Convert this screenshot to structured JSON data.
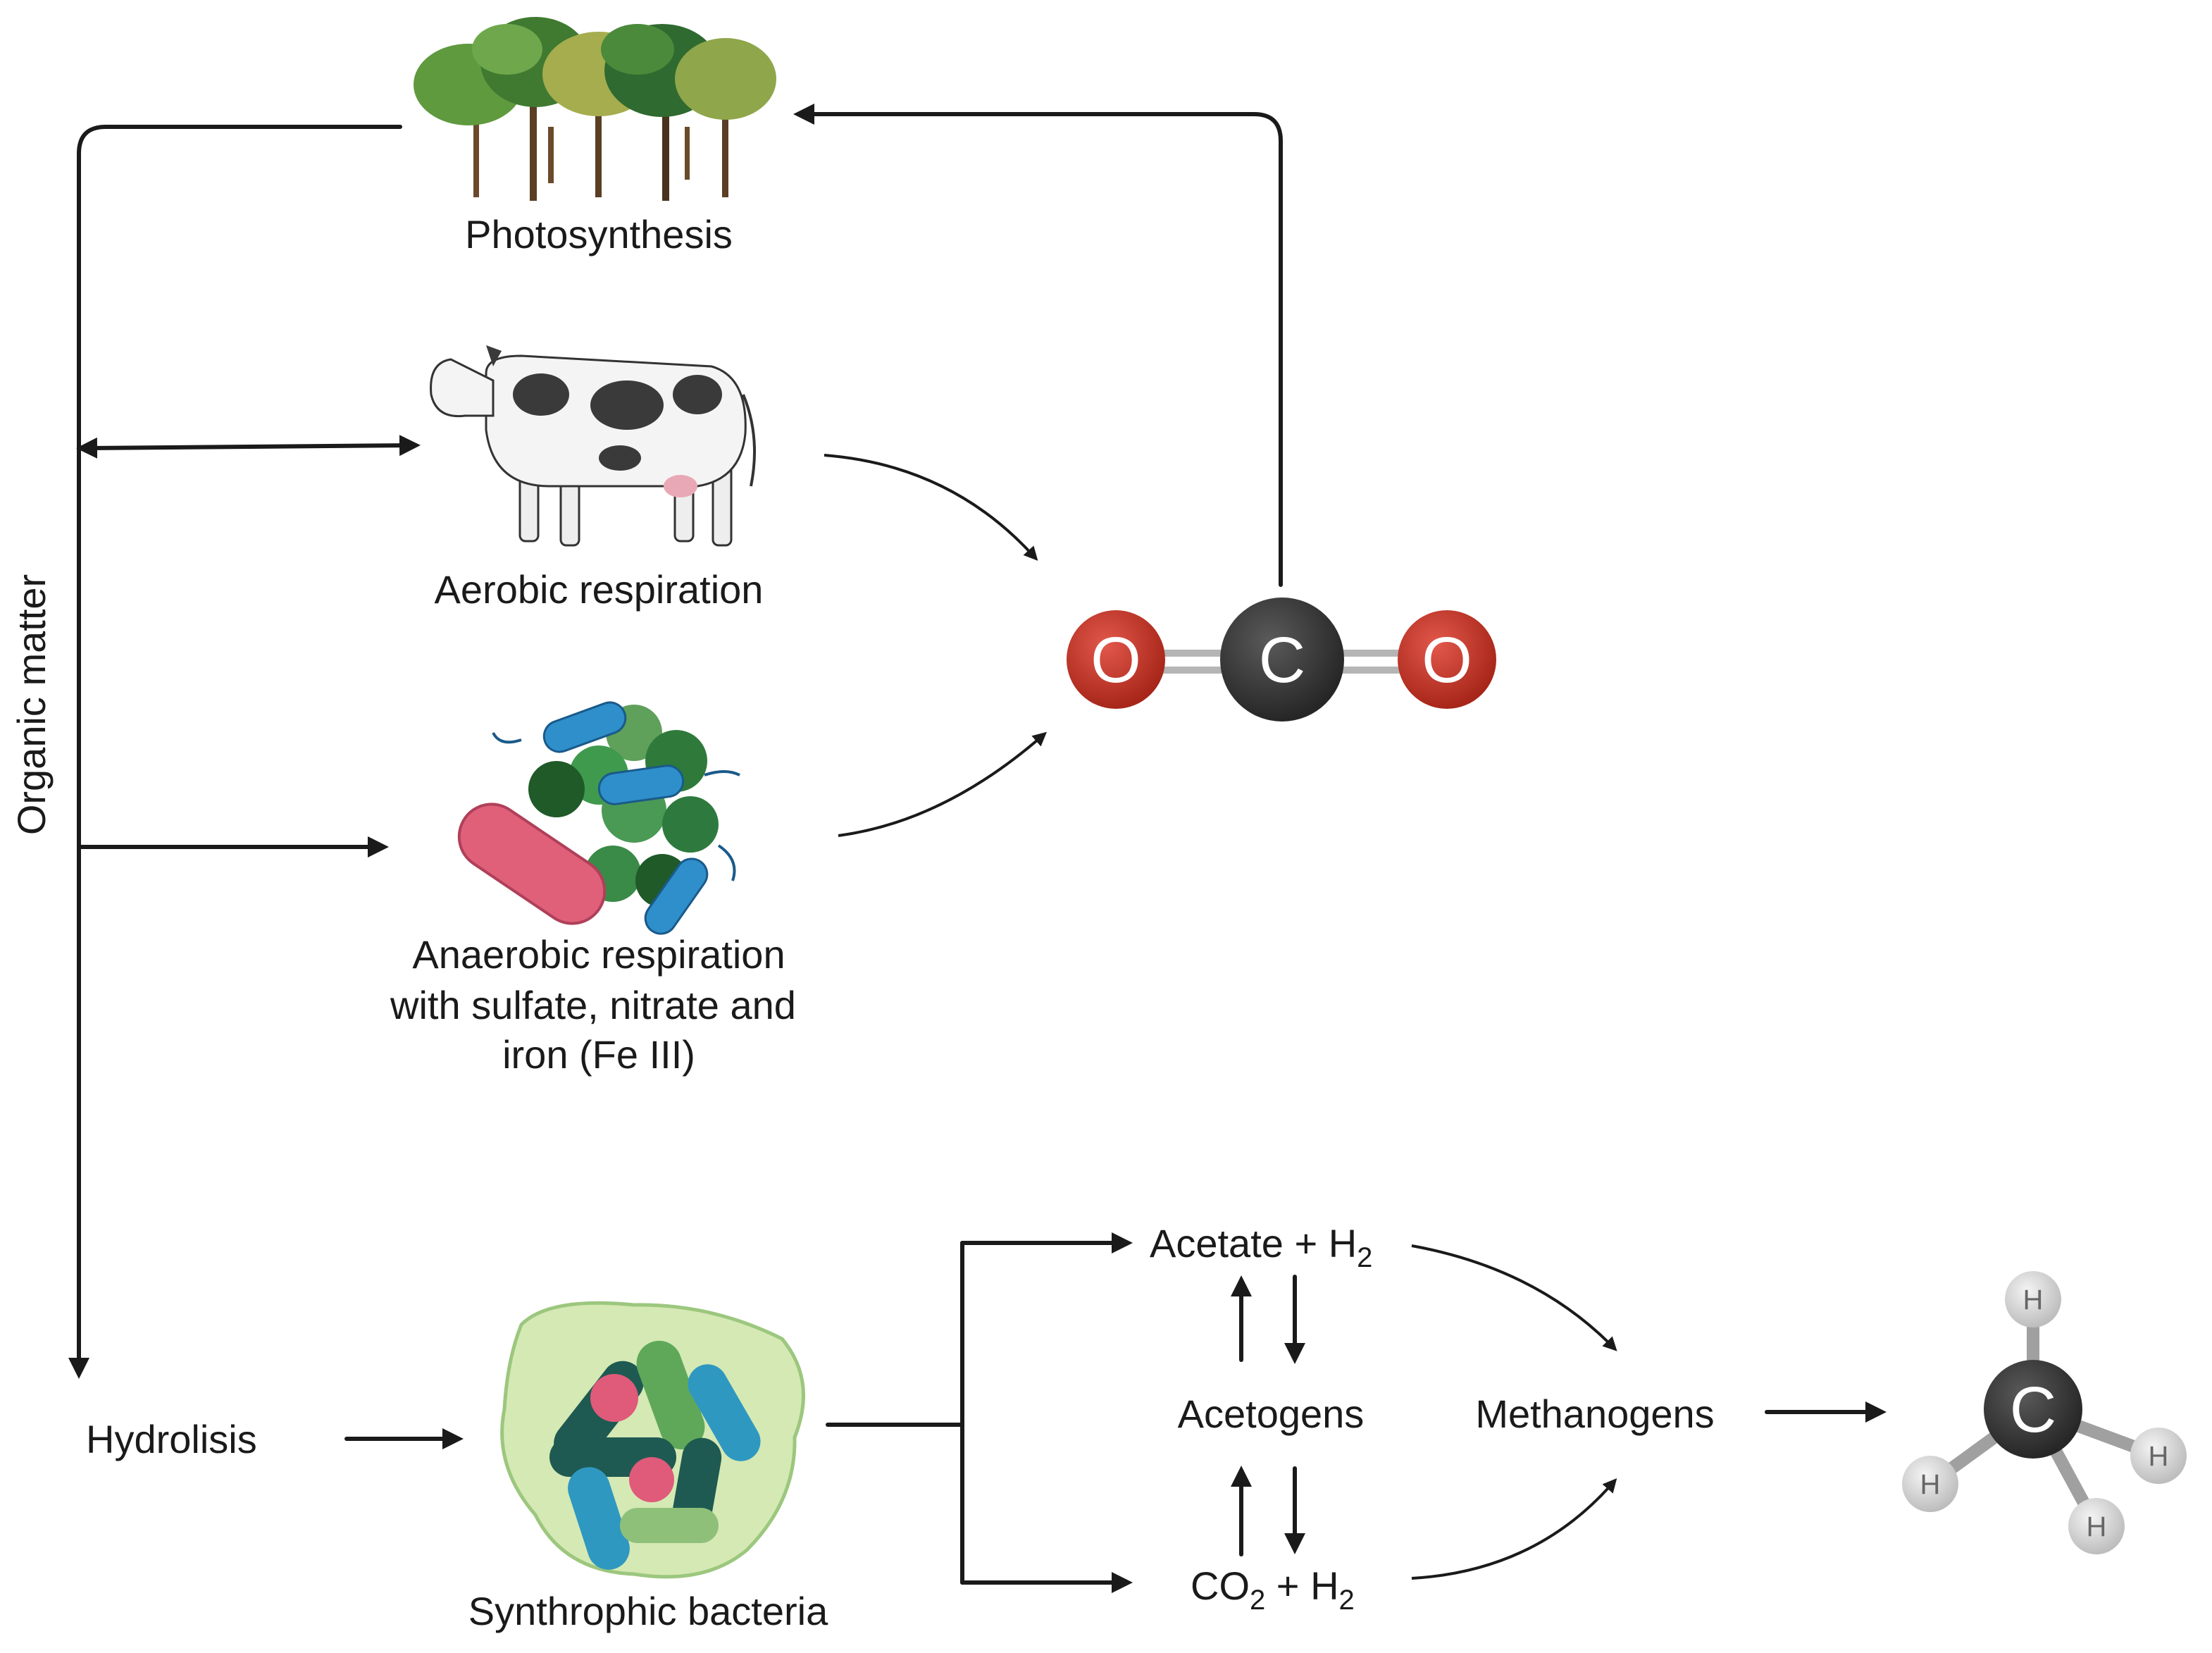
{
  "labels": {
    "photosynthesis": "Photosynthesis",
    "aerobic": "Aerobic  respiration",
    "anaerobic_1": "Anaerobic  respiration",
    "anaerobic_2": "with sulfate, nitrate and",
    "anaerobic_3": "iron (Fe III)",
    "organic_matter": "Organic matter",
    "hydrolisis": "Hydrolisis",
    "synthrophic": "Synthrophic bacteria",
    "acetate": "Acetate + H",
    "acetate_sub": "2",
    "acetogens": "Acetogens",
    "methanogens": "Methanogens",
    "co2_a": "CO",
    "co2_sub1": "2",
    "co2_b": " + H",
    "co2_sub2": "2"
  },
  "molecules": {
    "co2": {
      "left": "O",
      "center": "C",
      "right": "O"
    },
    "ch4": {
      "center": "C",
      "h1": "H",
      "h2": "H",
      "h3": "H",
      "h4": "H"
    }
  },
  "colors": {
    "oxygen": "#c8362c",
    "carbon": "#3d3d3d",
    "hydrogen": "#dcdcdc",
    "cow_spots": "#3a3a3a",
    "bacteria_green": "#3f9a4e",
    "bacteria_blue": "#2f8fcb",
    "bacteria_pink": "#e0607a",
    "foliage": "#5f9a3e"
  }
}
